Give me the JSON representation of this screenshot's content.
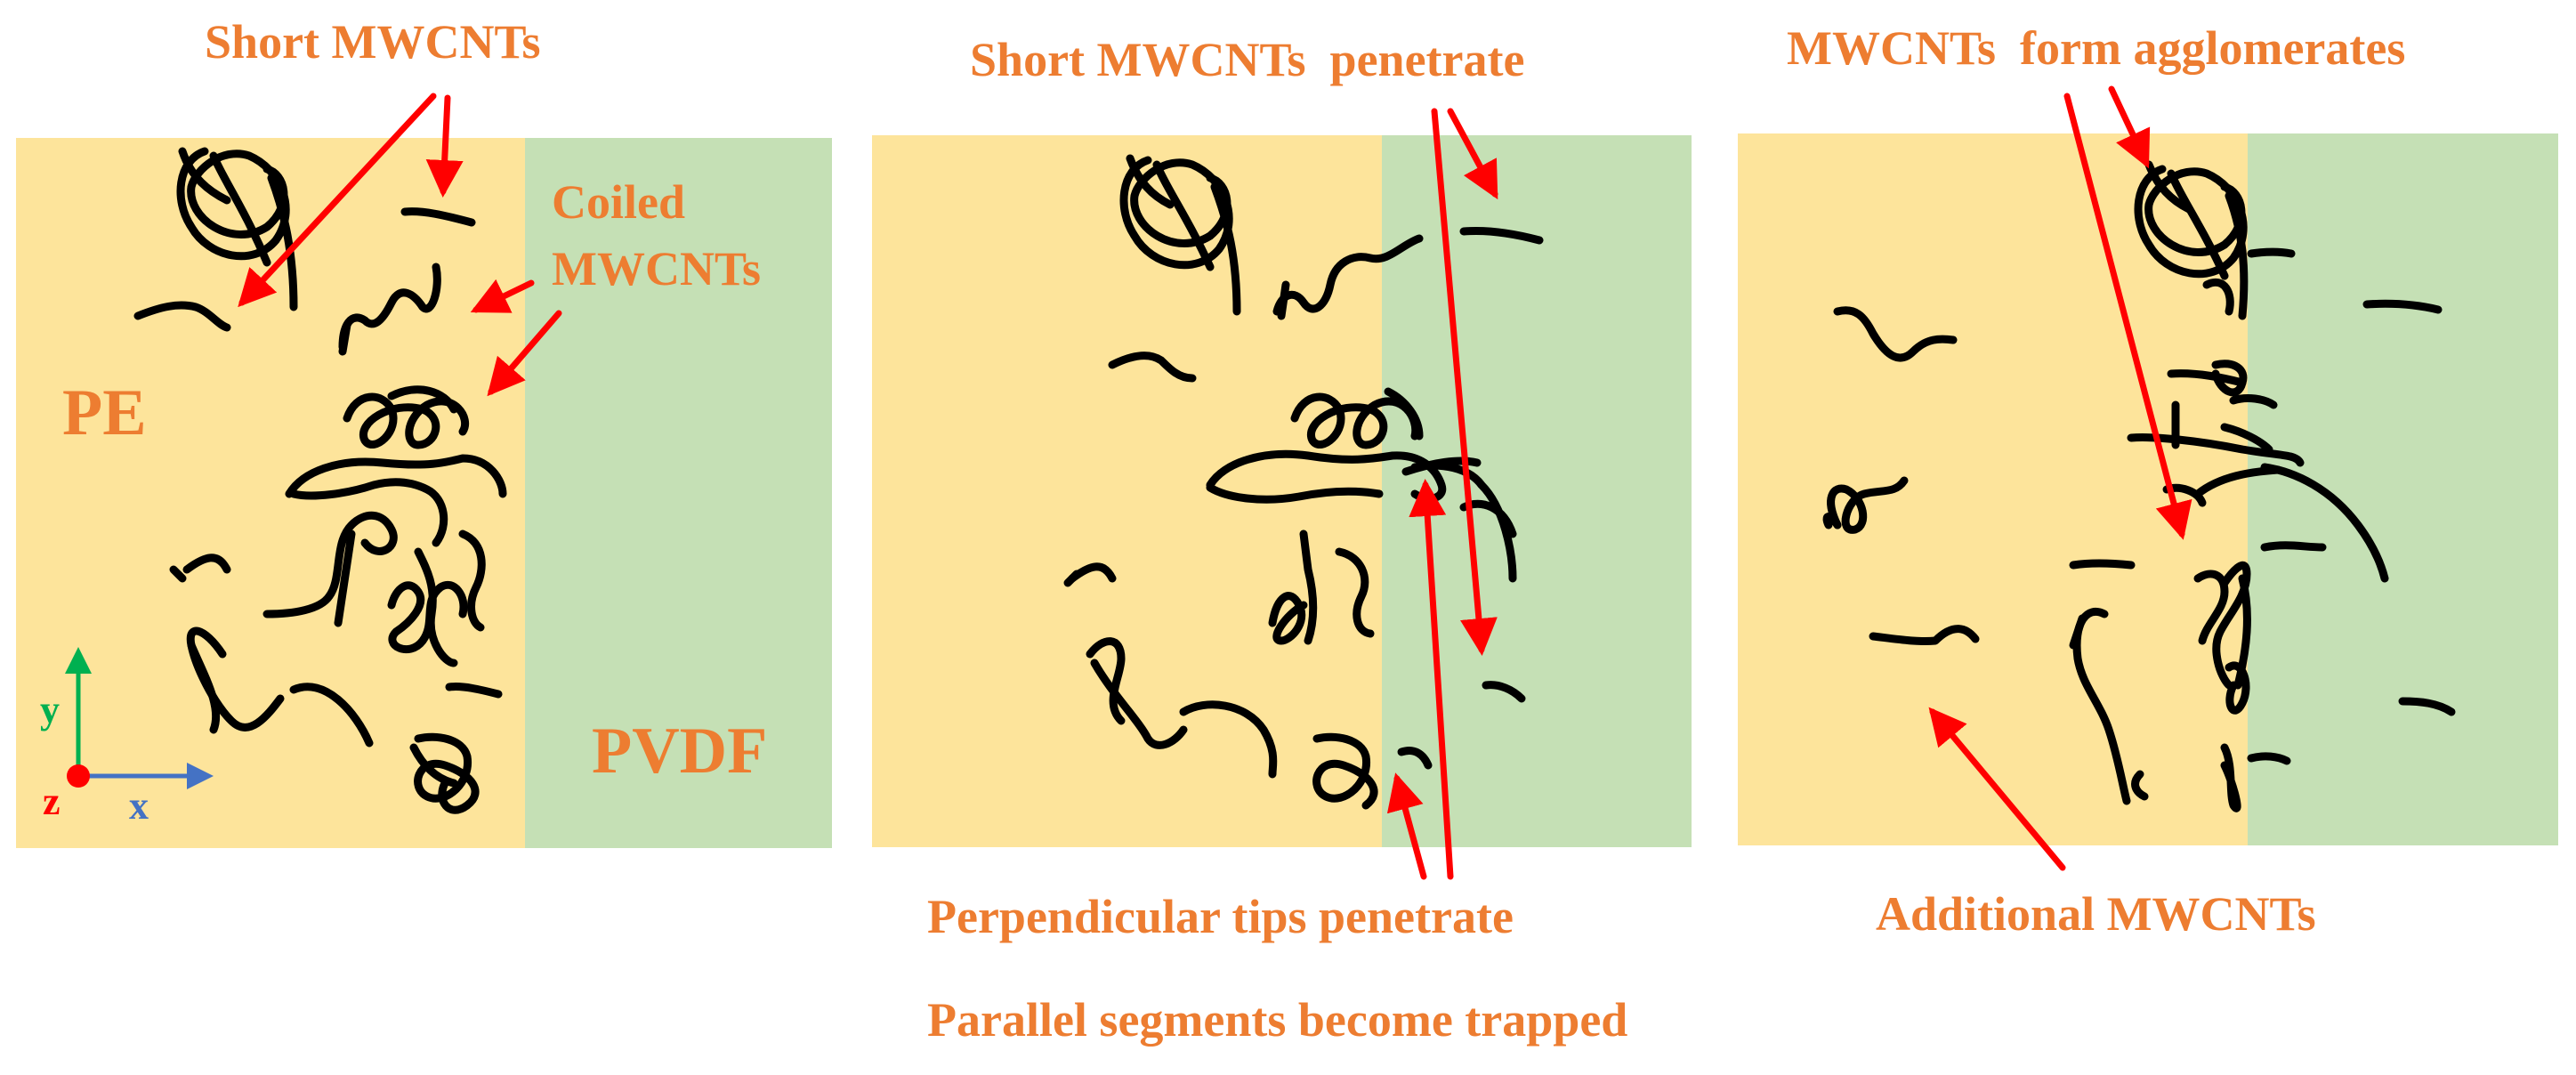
{
  "colors": {
    "pe": "#fde49b",
    "pvdf": "#c5e0b5",
    "label": "#ed7d31",
    "arrow": "#ff0000",
    "tube": "#000000",
    "axis_y": "#00b050",
    "axis_x": "#4472c4",
    "axis_z": "#ff0000"
  },
  "panel1": {
    "short_label": "Short MWCNTs",
    "coiled_label_1": "Coiled",
    "coiled_label_2": "MWCNTs",
    "pe_label": "PE",
    "pvdf_label": "PVDF"
  },
  "panel2": {
    "top_label": "Short MWCNTs  penetrate",
    "bottom_label_1": "Perpendicular tips penetrate",
    "bottom_label_2": "Parallel segments become trapped"
  },
  "panel3": {
    "top_label": "MWCNTs  form agglomerates",
    "bottom_label": "Additional MWCNTs"
  },
  "axes": {
    "y": "y",
    "z": "z",
    "x": "x"
  }
}
